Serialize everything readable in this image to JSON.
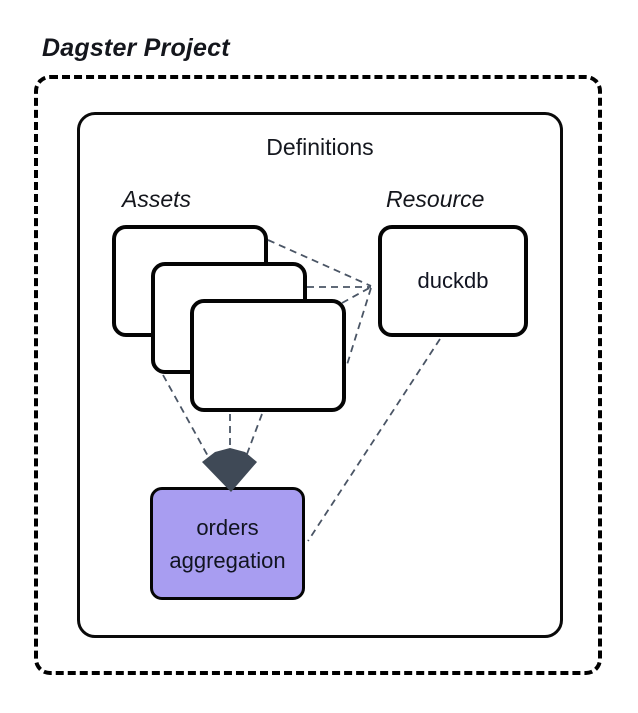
{
  "diagram": {
    "title": "Dagster Project",
    "definitions": {
      "label": "Definitions"
    },
    "assets": {
      "label": "Assets",
      "card_count": 3
    },
    "resource": {
      "label": "Resource",
      "node_label": "duckdb"
    },
    "orders_asset": {
      "label": "orders aggregation"
    },
    "colors": {
      "connector": "#4a5565",
      "arrow_fill": "#3f4956",
      "orders_fill": "#a89df1",
      "box_border": "#050505",
      "background": "#ffffff"
    }
  }
}
